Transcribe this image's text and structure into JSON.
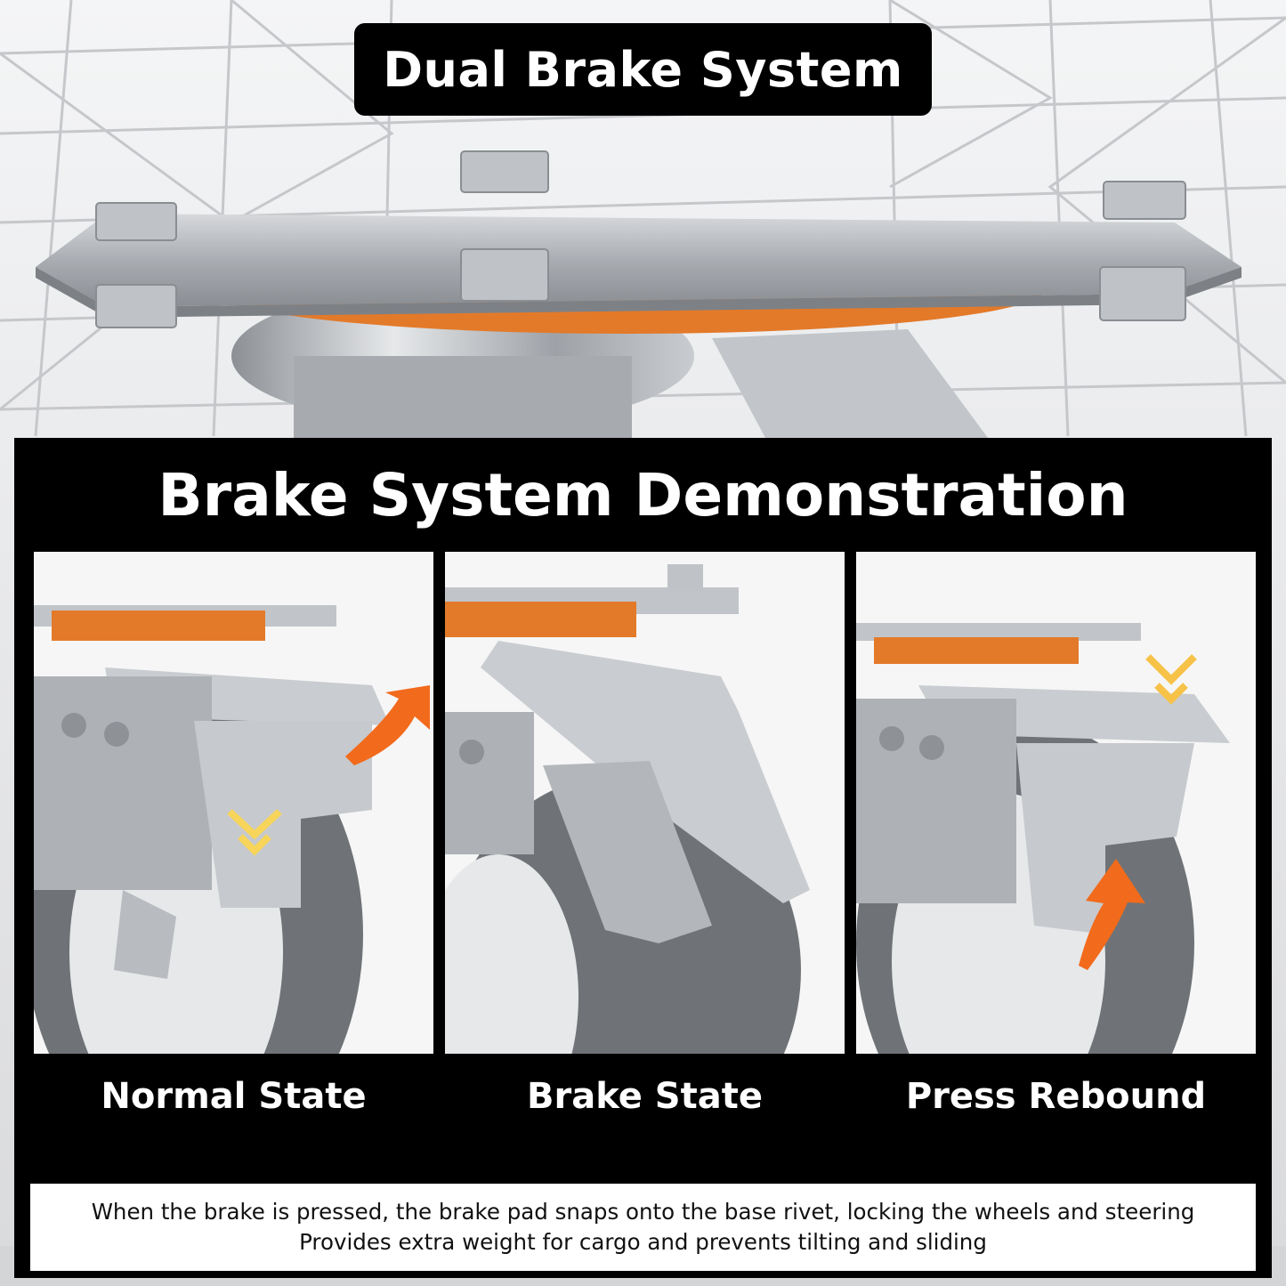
{
  "header": {
    "title": "Dual Brake System"
  },
  "panel": {
    "title": "Brake System Demonstration",
    "states": [
      {
        "label": "Normal State"
      },
      {
        "label": "Brake State"
      },
      {
        "label": "Press Rebound"
      }
    ],
    "description": {
      "line1": "When the brake is pressed, the brake pad snaps onto the base rivet, locking the wheels and steering",
      "line2": "Provides extra weight for cargo and prevents tilting and sliding"
    }
  },
  "colors": {
    "accent_orange": "#f26a1b",
    "bearing_orange": "#e37a2a",
    "panel_black": "#000000",
    "steel": "#b9bcc0"
  },
  "icons": [
    "orange-up-arrow-icon",
    "yellow-chevron-down-icon"
  ]
}
